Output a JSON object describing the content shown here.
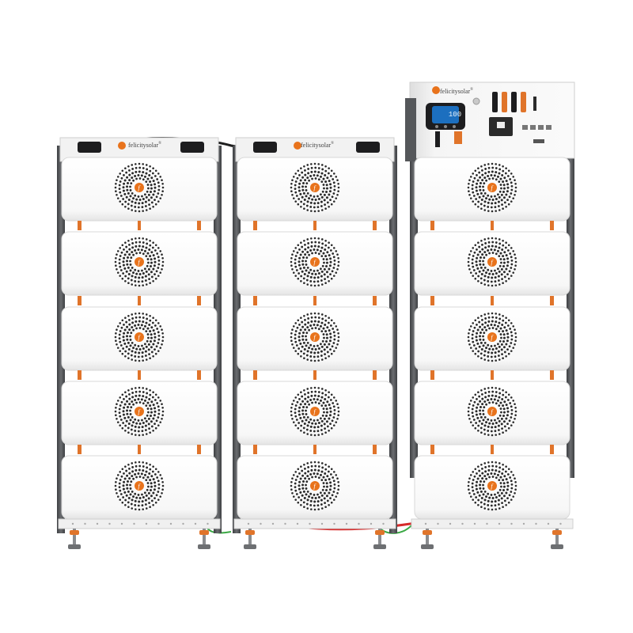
{
  "brand": {
    "name": "felicitysolar",
    "trademark": "®",
    "logo_letter": "f",
    "accent_color": "#e8731c"
  },
  "display": {
    "value": "100"
  },
  "towers": [
    {
      "name": "left",
      "has_controller": false,
      "modules": 5
    },
    {
      "name": "middle",
      "has_controller": false,
      "modules": 5
    },
    {
      "name": "right",
      "has_controller": true,
      "modules": 5
    }
  ],
  "colors": {
    "module_face": "#ffffff",
    "frame": "#5b5d60",
    "connector": "#e0742a",
    "red_cable": "#d62b2b",
    "green_cable": "#3aa844",
    "lcd": "#1c6fbf"
  }
}
